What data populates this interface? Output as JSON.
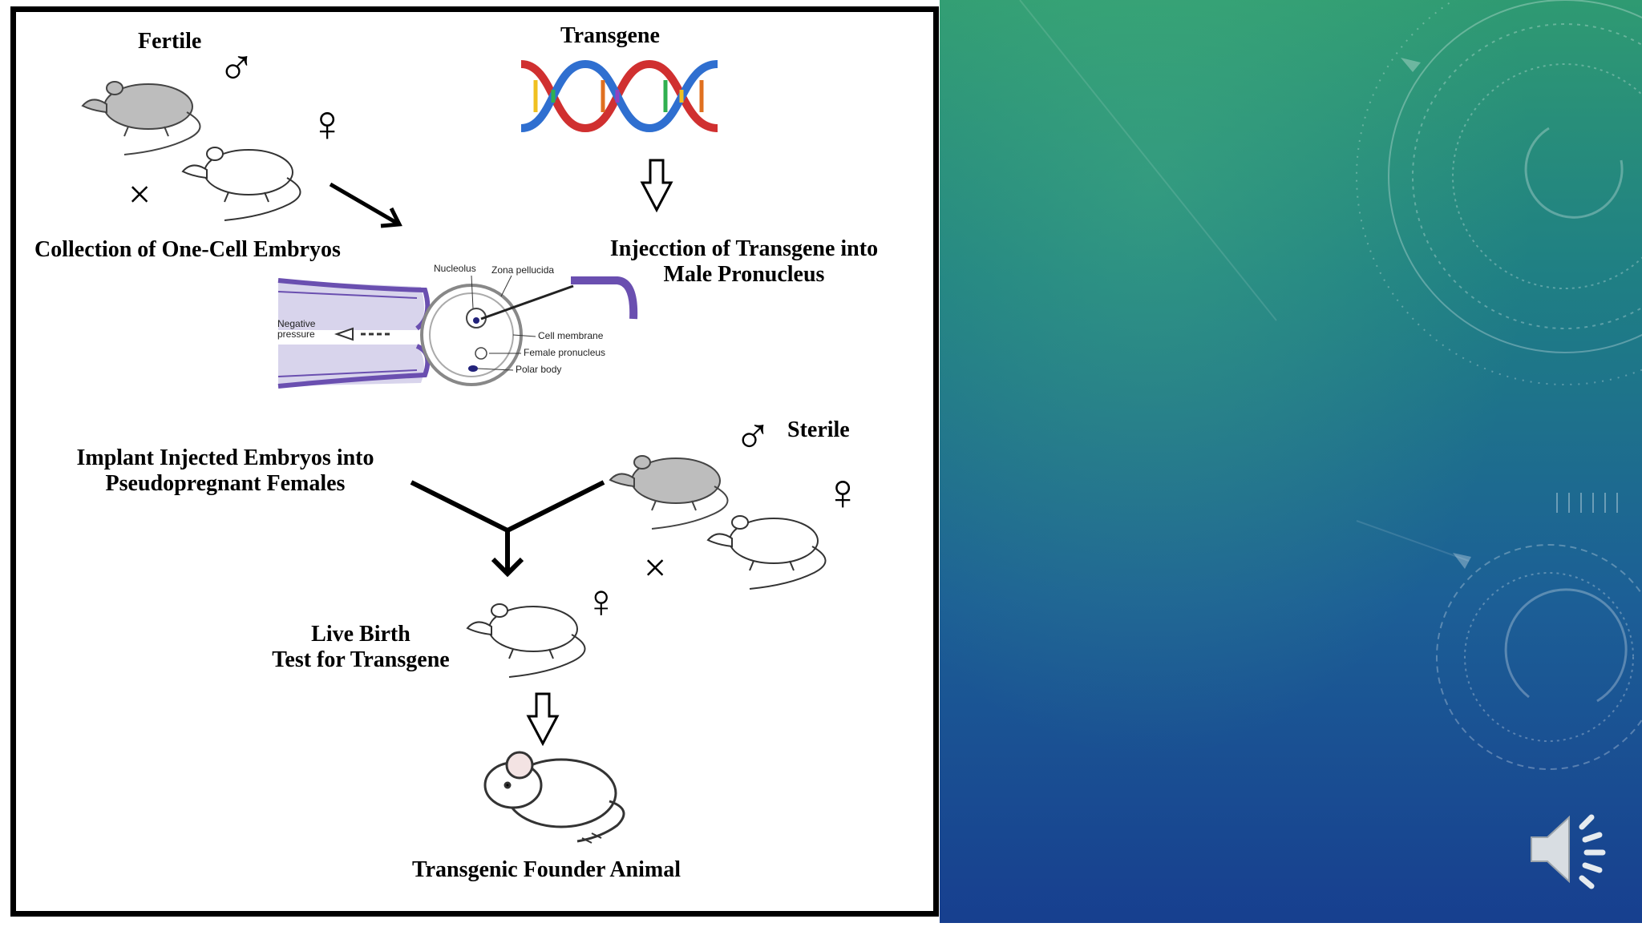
{
  "diagram": {
    "labels": {
      "fertile": "Fertile",
      "transgene": "Transgene",
      "collection": "Collection of One-Cell Embryos",
      "injection_line1": "Injecction of Transgene into",
      "injection_line2": "Male Pronucleus",
      "sterile": "Sterile",
      "implant_line1": "Implant Injected Embryos into",
      "implant_line2": "Pseudopregnant Females",
      "live_birth_line1": "Live Birth",
      "live_birth_line2": "Test for Transgene",
      "founder": "Transgenic Founder Animal"
    },
    "micro_labels": {
      "nucleolus": "Nucleolus",
      "zona": "Zona pellucida",
      "negative_line1": "Negative",
      "negative_line2": "pressure",
      "cell_membrane": "Cell membrane",
      "female_pronucleus": "Female pronucleus",
      "polar_body": "Polar body"
    },
    "symbols": {
      "male": "♂",
      "female": "♀",
      "cross": "×"
    }
  },
  "slide": {
    "colors": {
      "top": "#2f9a72",
      "mid": "#1f7f84",
      "bottom": "#173f8f"
    }
  },
  "icons": {
    "audio": "speaker-icon"
  }
}
